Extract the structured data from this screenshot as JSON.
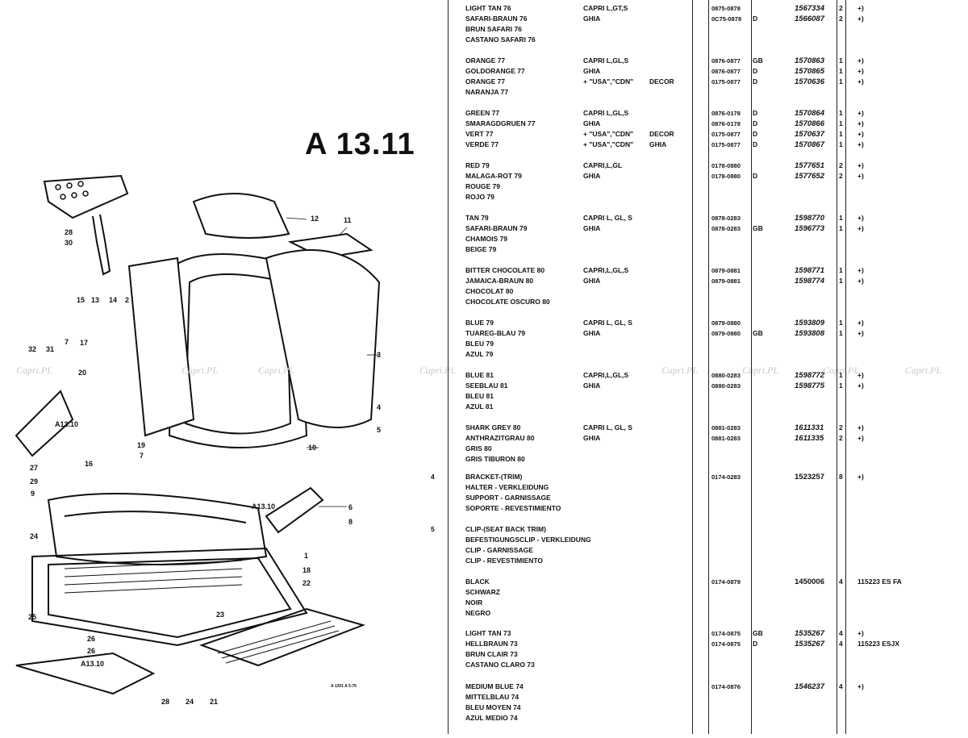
{
  "page_title": "A 13.11",
  "callouts": [
    "12",
    "11",
    "28",
    "30",
    "2",
    "15",
    "13",
    "14",
    "3",
    "17",
    "32",
    "31",
    "20",
    "7",
    "A13.10",
    "4",
    "5",
    "19",
    "10",
    "16",
    "7",
    "27",
    "29",
    "9",
    "A13.10",
    "6",
    "8",
    "24",
    "1",
    "18",
    "22",
    "25",
    "23",
    "26",
    "26",
    "A13.10",
    "28",
    "24",
    "21"
  ],
  "small_print": "A 1301 A 5-76",
  "watermark": "Capri.PL",
  "rows": [
    {
      "ref": "",
      "desc": "LIGHT TAN 76",
      "model": "CAPRI L,GT,S",
      "extra": "",
      "date": "0875-0878",
      "code": "",
      "part": "1567334",
      "qty": "2",
      "note": "+)"
    },
    {
      "ref": "",
      "desc": "SAFARI-BRAUN 76",
      "model": "GHIA",
      "extra": "",
      "date": "0C75-0878",
      "code": "D",
      "part": "1566087",
      "qty": "2",
      "note": "+)"
    },
    {
      "ref": "",
      "desc": "BRUN SAFARI 76",
      "model": "",
      "extra": "",
      "date": "",
      "code": "",
      "part": "",
      "qty": "",
      "note": ""
    },
    {
      "ref": "",
      "desc": "CASTANO SAFARI 76",
      "model": "",
      "extra": "",
      "date": "",
      "code": "",
      "part": "",
      "qty": "",
      "note": ""
    },
    {
      "ref": "",
      "desc": "ORANGE 77",
      "model": "CAPRI L,GL,S",
      "extra": "",
      "date": "0876-0877",
      "code": "GB",
      "part": "1570863",
      "qty": "1",
      "note": "+)"
    },
    {
      "ref": "",
      "desc": "GOLDORANGE 77",
      "model": "GHIA",
      "extra": "",
      "date": "0876-0877",
      "code": "D",
      "part": "1570865",
      "qty": "1",
      "note": "+)"
    },
    {
      "ref": "",
      "desc": "ORANGE 77",
      "model": "+ \"USA\",\"CDN\"",
      "extra": "DECOR",
      "date": "0175-0877",
      "code": "D",
      "part": "1570636",
      "qty": "1",
      "note": "+)"
    },
    {
      "ref": "",
      "desc": "NARANJA 77",
      "model": "",
      "extra": "",
      "date": "",
      "code": "",
      "part": "",
      "qty": "",
      "note": ""
    },
    {
      "ref": "",
      "desc": "GREEN 77",
      "model": "CAPRI L,GL,S",
      "extra": "",
      "date": "0876-0178",
      "code": "D",
      "part": "1570864",
      "qty": "1",
      "note": "+)"
    },
    {
      "ref": "",
      "desc": "SMARAGDGRUEN 77",
      "model": "GHIA",
      "extra": "",
      "date": "0876-0178",
      "code": "D",
      "part": "1570866",
      "qty": "1",
      "note": "+)"
    },
    {
      "ref": "",
      "desc": "VERT 77",
      "model": "+ \"USA\",\"CDN\"",
      "extra": "DECOR",
      "date": "0175-0877",
      "code": "D",
      "part": "1570637",
      "qty": "1",
      "note": "+)"
    },
    {
      "ref": "",
      "desc": "VERDE 77",
      "model": "+ \"USA\",\"CDN\"",
      "extra": "GHIA",
      "date": "0175-0877",
      "code": "D",
      "part": "1570867",
      "qty": "1",
      "note": "+)"
    },
    {
      "ref": "",
      "desc": "RED 79",
      "model": "CAPRI,L,GL",
      "extra": "",
      "date": "0178-0880",
      "code": "",
      "part": "1577651",
      "qty": "2",
      "note": "+)"
    },
    {
      "ref": "",
      "desc": "MALAGA-ROT 79",
      "model": "GHIA",
      "extra": "",
      "date": "0178-0880",
      "code": "D",
      "part": "1577652",
      "qty": "2",
      "note": "+)"
    },
    {
      "ref": "",
      "desc": "ROUGE 79",
      "model": "",
      "extra": "",
      "date": "",
      "code": "",
      "part": "",
      "qty": "",
      "note": ""
    },
    {
      "ref": "",
      "desc": "ROJO 79",
      "model": "",
      "extra": "",
      "date": "",
      "code": "",
      "part": "",
      "qty": "",
      "note": ""
    },
    {
      "ref": "",
      "desc": "TAN 79",
      "model": "CAPRI L, GL, S",
      "extra": "",
      "date": "0878-0283",
      "code": "",
      "part": "1598770",
      "qty": "1",
      "note": "+)"
    },
    {
      "ref": "",
      "desc": "SAFARI-BRAUN 79",
      "model": "GHIA",
      "extra": "",
      "date": "0878-0283",
      "code": "GB",
      "part": "1596773",
      "qty": "1",
      "note": "+)"
    },
    {
      "ref": "",
      "desc": "CHAMOIS 79",
      "model": "",
      "extra": "",
      "date": "",
      "code": "",
      "part": "",
      "qty": "",
      "note": ""
    },
    {
      "ref": "",
      "desc": "BEIGE 79",
      "model": "",
      "extra": "",
      "date": "",
      "code": "",
      "part": "",
      "qty": "",
      "note": ""
    },
    {
      "ref": "",
      "desc": "BITTER CHOCOLATE 80",
      "model": "CAPRI,L,GL,S",
      "extra": "",
      "date": "0879-0881",
      "code": "",
      "part": "1598771",
      "qty": "1",
      "note": "+)"
    },
    {
      "ref": "",
      "desc": "JAMAICA-BRAUN 80",
      "model": "GHIA",
      "extra": "",
      "date": "0879-0881",
      "code": "",
      "part": "1598774",
      "qty": "1",
      "note": "+)"
    },
    {
      "ref": "",
      "desc": "CHOCOLAT 80",
      "model": "",
      "extra": "",
      "date": "",
      "code": "",
      "part": "",
      "qty": "",
      "note": ""
    },
    {
      "ref": "",
      "desc": "CHOCOLATE OSCURO 80",
      "model": "",
      "extra": "",
      "date": "",
      "code": "",
      "part": "",
      "qty": "",
      "note": ""
    },
    {
      "ref": "",
      "desc": "BLUE 79",
      "model": "CAPRI L, GL, S",
      "extra": "",
      "date": "0879-0880",
      "code": "",
      "part": "1593809",
      "qty": "1",
      "note": "+)"
    },
    {
      "ref": "",
      "desc": "TUAREG-BLAU 79",
      "model": "GHIA",
      "extra": "",
      "date": "0879-0880",
      "code": "GB",
      "part": "1593808",
      "qty": "1",
      "note": "+)"
    },
    {
      "ref": "",
      "desc": "BLEU 79",
      "model": "",
      "extra": "",
      "date": "",
      "code": "",
      "part": "",
      "qty": "",
      "note": ""
    },
    {
      "ref": "",
      "desc": "AZUL 79",
      "model": "",
      "extra": "",
      "date": "",
      "code": "",
      "part": "",
      "qty": "",
      "note": ""
    },
    {
      "ref": "",
      "desc": "BLUE 81",
      "model": "CAPRI,L,GL,S",
      "extra": "",
      "date": "0880-0283",
      "code": "",
      "part": "1598772",
      "qty": "1",
      "note": "+)"
    },
    {
      "ref": "",
      "desc": "SEEBLAU 81",
      "model": "GHIA",
      "extra": "",
      "date": "0880-0283",
      "code": "",
      "part": "1598775",
      "qty": "1",
      "note": "+)"
    },
    {
      "ref": "",
      "desc": "BLEU 81",
      "model": "",
      "extra": "",
      "date": "",
      "code": "",
      "part": "",
      "qty": "",
      "note": ""
    },
    {
      "ref": "",
      "desc": "AZUL 81",
      "model": "",
      "extra": "",
      "date": "",
      "code": "",
      "part": "",
      "qty": "",
      "note": ""
    },
    {
      "ref": "",
      "desc": "SHARK GREY 80",
      "model": "CAPRI L, GL, S",
      "extra": "",
      "date": "0881-0283",
      "code": "",
      "part": "1611331",
      "qty": "2",
      "note": "+)"
    },
    {
      "ref": "",
      "desc": "ANTHRAZITGRAU 80",
      "model": "GHIA",
      "extra": "",
      "date": "0881-0283",
      "code": "",
      "part": "1611335",
      "qty": "2",
      "note": "+)"
    },
    {
      "ref": "",
      "desc": "GRIS 80",
      "model": "",
      "extra": "",
      "date": "",
      "code": "",
      "part": "",
      "qty": "",
      "note": ""
    },
    {
      "ref": "",
      "desc": "GRIS TIBURON 80",
      "model": "",
      "extra": "",
      "date": "",
      "code": "",
      "part": "",
      "qty": "",
      "note": ""
    },
    {
      "ref": "4",
      "desc": "BRACKET-(TRIM)",
      "model": "",
      "extra": "",
      "date": "0174-0283",
      "code": "",
      "part": "1523257",
      "qty": "8",
      "note": "+)"
    },
    {
      "ref": "",
      "desc": "HALTER - VERKLEIDUNG",
      "model": "",
      "extra": "",
      "date": "",
      "code": "",
      "part": "",
      "qty": "",
      "note": ""
    },
    {
      "ref": "",
      "desc": "SUPPORT - GARNISSAGE",
      "model": "",
      "extra": "",
      "date": "",
      "code": "",
      "part": "",
      "qty": "",
      "note": ""
    },
    {
      "ref": "",
      "desc": "SOPORTE - REVESTIMIENTO",
      "model": "",
      "extra": "",
      "date": "",
      "code": "",
      "part": "",
      "qty": "",
      "note": ""
    },
    {
      "ref": "5",
      "desc": "CLIP-(SEAT BACK TRIM)",
      "model": "",
      "extra": "",
      "date": "",
      "code": "",
      "part": "",
      "qty": "",
      "note": ""
    },
    {
      "ref": "",
      "desc": "BEFESTIGUNGSCLIP - VERKLEIDUNG",
      "model": "",
      "extra": "",
      "date": "",
      "code": "",
      "part": "",
      "qty": "",
      "note": ""
    },
    {
      "ref": "",
      "desc": "CLIP - GARNISSAGE",
      "model": "",
      "extra": "",
      "date": "",
      "code": "",
      "part": "",
      "qty": "",
      "note": ""
    },
    {
      "ref": "",
      "desc": "CLIP - REVESTIMIENTO",
      "model": "",
      "extra": "",
      "date": "",
      "code": "",
      "part": "",
      "qty": "",
      "note": ""
    },
    {
      "ref": "",
      "desc": "BLACK",
      "model": "",
      "extra": "",
      "date": "0174-0879",
      "code": "",
      "part": "1450006",
      "qty": "4",
      "note": "115223 ES FA"
    },
    {
      "ref": "",
      "desc": "SCHWARZ",
      "model": "",
      "extra": "",
      "date": "",
      "code": "",
      "part": "",
      "qty": "",
      "note": ""
    },
    {
      "ref": "",
      "desc": "NOIR",
      "model": "",
      "extra": "",
      "date": "",
      "code": "",
      "part": "",
      "qty": "",
      "note": ""
    },
    {
      "ref": "",
      "desc": "NEGRO",
      "model": "",
      "extra": "",
      "date": "",
      "code": "",
      "part": "",
      "qty": "",
      "note": ""
    },
    {
      "ref": "",
      "desc": "LIGHT TAN 73",
      "model": "",
      "extra": "",
      "date": "0174-0875",
      "code": "GB",
      "part": "1535267",
      "qty": "4",
      "note": "+)"
    },
    {
      "ref": "",
      "desc": "HELLBRAUN 73",
      "model": "",
      "extra": "",
      "date": "0174-0875",
      "code": "D",
      "part": "1535267",
      "qty": "4",
      "note": "115223 ESJX"
    },
    {
      "ref": "",
      "desc": "BRUN CLAIR 73",
      "model": "",
      "extra": "",
      "date": "",
      "code": "",
      "part": "",
      "qty": "",
      "note": ""
    },
    {
      "ref": "",
      "desc": "CASTANO CLARO 73",
      "model": "",
      "extra": "",
      "date": "",
      "code": "",
      "part": "",
      "qty": "",
      "note": ""
    },
    {
      "ref": "",
      "desc": "MEDIUM BLUE 74",
      "model": "",
      "extra": "",
      "date": "0174-0876",
      "code": "",
      "part": "1546237",
      "qty": "4",
      "note": "+)"
    },
    {
      "ref": "",
      "desc": "MITTELBLAU 74",
      "model": "",
      "extra": "",
      "date": "",
      "code": "",
      "part": "",
      "qty": "",
      "note": ""
    },
    {
      "ref": "",
      "desc": "BLEU MOYEN 74",
      "model": "",
      "extra": "",
      "date": "",
      "code": "",
      "part": "",
      "qty": "",
      "note": ""
    },
    {
      "ref": "",
      "desc": "AZUL MEDIO 74",
      "model": "",
      "extra": "",
      "date": "",
      "code": "",
      "part": "",
      "qty": "",
      "note": ""
    }
  ]
}
